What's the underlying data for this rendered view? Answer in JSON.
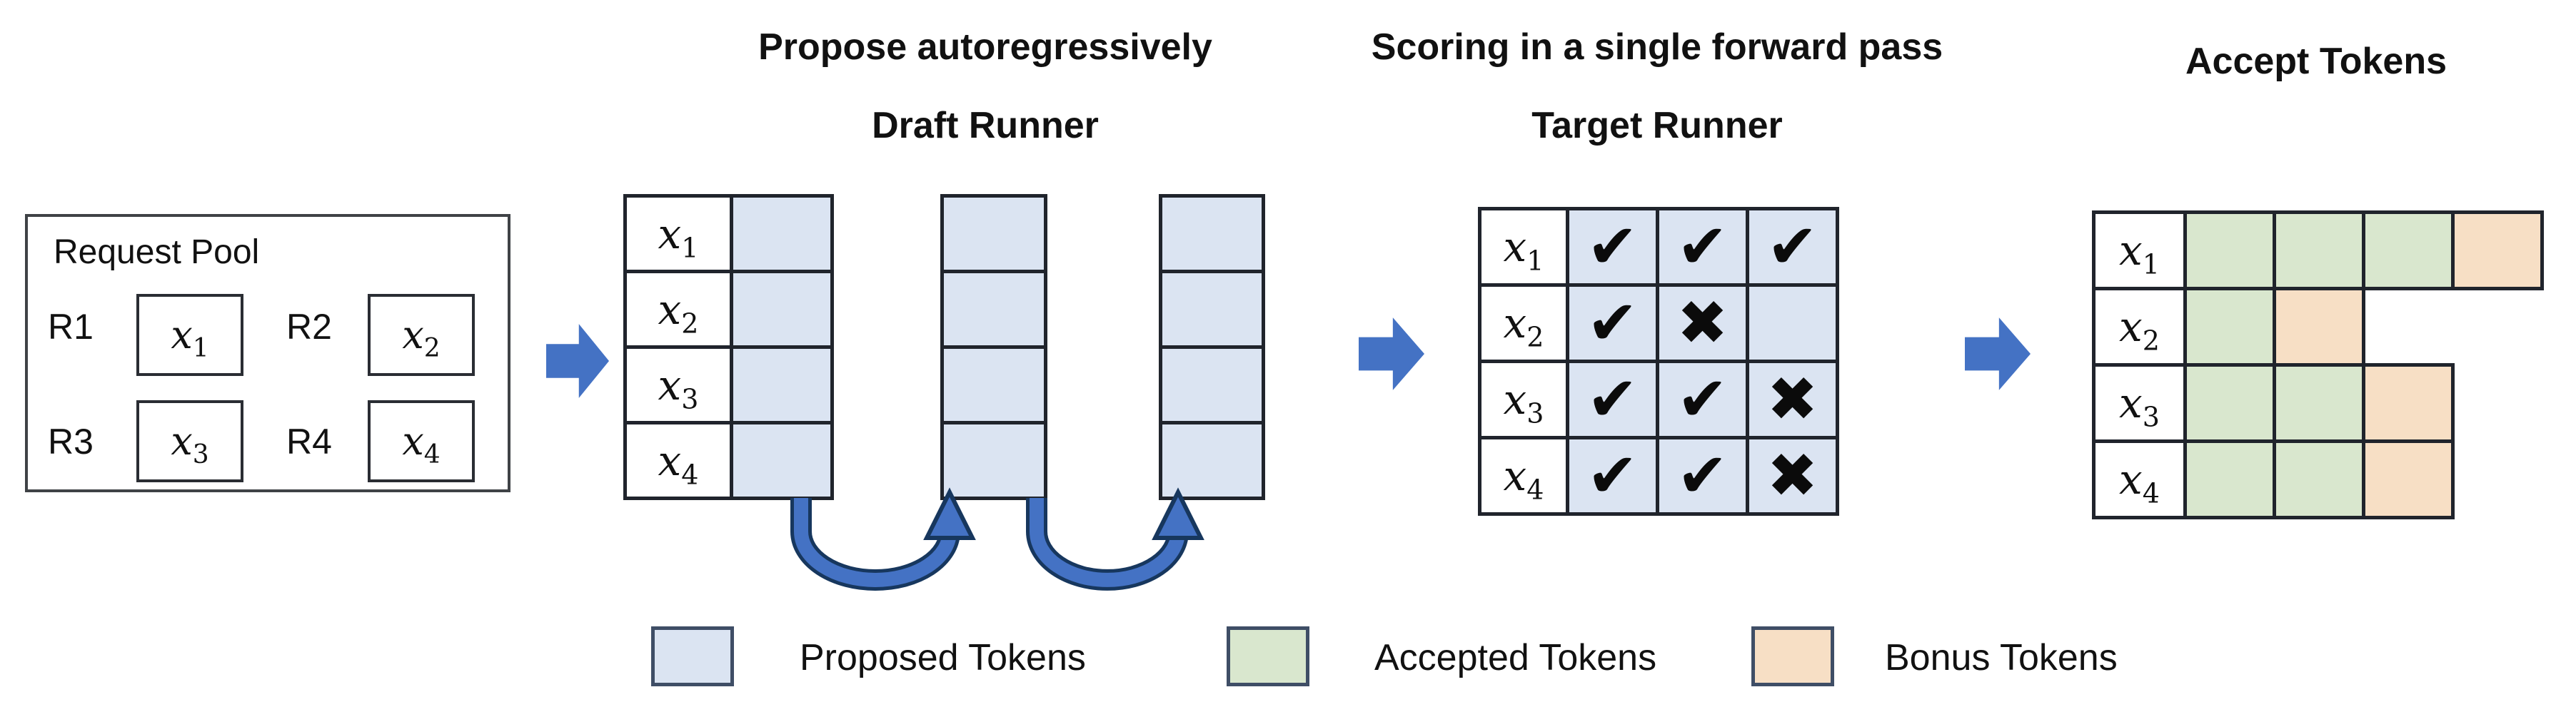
{
  "titles": {
    "draft": {
      "line1": "Propose autoregressively",
      "line2": "Draft Runner"
    },
    "target": {
      "line1": "Scoring in a single forward pass",
      "line2": "Target Runner"
    },
    "accept": {
      "line1": "Accept Tokens"
    }
  },
  "request_pool": {
    "title": "Request Pool",
    "requests": [
      {
        "id": "R1",
        "token_base": "x",
        "token_sub": "1"
      },
      {
        "id": "R2",
        "token_base": "x",
        "token_sub": "2"
      },
      {
        "id": "R3",
        "token_base": "x",
        "token_sub": "3"
      },
      {
        "id": "R4",
        "token_base": "x",
        "token_sub": "4"
      }
    ]
  },
  "draft_runner": {
    "row_labels": [
      {
        "base": "x",
        "sub": "1"
      },
      {
        "base": "x",
        "sub": "2"
      },
      {
        "base": "x",
        "sub": "3"
      },
      {
        "base": "x",
        "sub": "4"
      }
    ],
    "proposal_steps": 3,
    "rows": 4
  },
  "target_runner": {
    "row_labels": [
      {
        "base": "x",
        "sub": "1"
      },
      {
        "base": "x",
        "sub": "2"
      },
      {
        "base": "x",
        "sub": "3"
      },
      {
        "base": "x",
        "sub": "4"
      }
    ],
    "scores": [
      [
        "check",
        "check",
        "check"
      ],
      [
        "check",
        "cross",
        "none"
      ],
      [
        "check",
        "check",
        "cross"
      ],
      [
        "check",
        "check",
        "cross"
      ]
    ]
  },
  "accept_tokens": {
    "row_labels": [
      {
        "base": "x",
        "sub": "1"
      },
      {
        "base": "x",
        "sub": "2"
      },
      {
        "base": "x",
        "sub": "3"
      },
      {
        "base": "x",
        "sub": "4"
      }
    ],
    "rows": [
      [
        "accepted",
        "accepted",
        "accepted",
        "bonus"
      ],
      [
        "accepted",
        "bonus"
      ],
      [
        "accepted",
        "accepted",
        "bonus"
      ],
      [
        "accepted",
        "accepted",
        "bonus"
      ]
    ]
  },
  "legend": {
    "items": [
      {
        "key": "proposed",
        "label": "Proposed Tokens"
      },
      {
        "key": "accepted",
        "label": "Accepted Tokens"
      },
      {
        "key": "bonus",
        "label": "Bonus Tokens"
      }
    ]
  },
  "icons": {
    "check": "✔",
    "cross": "✖"
  },
  "colors": {
    "proposed": "#dbe4f2",
    "accepted": "#d9e7ce",
    "bonus": "#f7dfc5",
    "arrow_fill": "#4472c4",
    "arrow_outline": "#17375e",
    "grid_border": "#20242c",
    "text": "#111111"
  }
}
